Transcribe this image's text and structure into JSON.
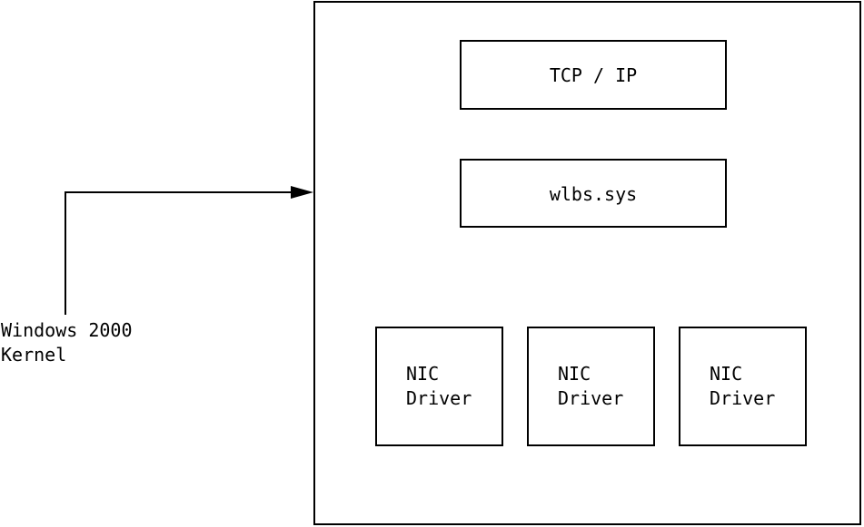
{
  "diagram": {
    "kernel_label": [
      "Windows 2000",
      "Kernel"
    ],
    "tcpip": "TCP / IP",
    "wlbs": "wlbs.sys",
    "nic_drivers": [
      {
        "line1": "NIC",
        "line2": "Driver"
      },
      {
        "line1": "NIC",
        "line2": "Driver"
      },
      {
        "line1": "NIC",
        "line2": "Driver"
      }
    ]
  }
}
